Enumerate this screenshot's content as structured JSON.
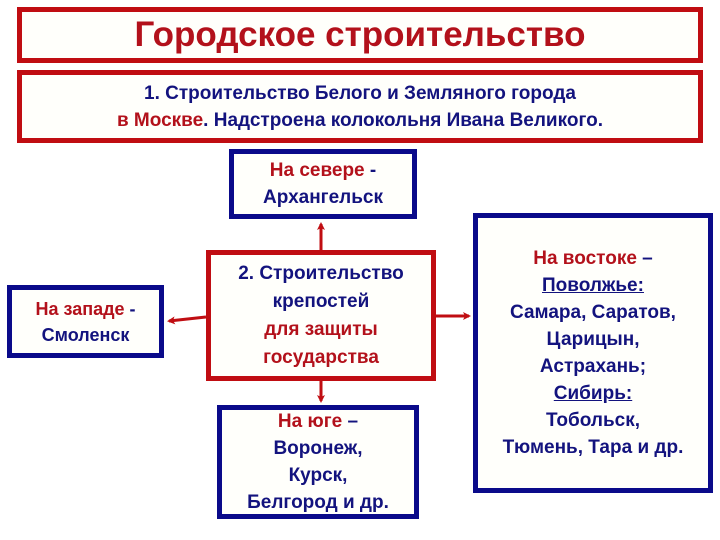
{
  "title": "Городское строительство",
  "moscow": {
    "line1": "1. Строительство Белого и Земляного города",
    "line2_red": "в Москве",
    "line2_blue": ". Надстроена колокольня Ивана Великого."
  },
  "north": {
    "direction": "На севере",
    "dash": " -",
    "city": "Архангельск"
  },
  "center": {
    "line1": "2. Строительство",
    "line2": "крепостей",
    "line3": "для защиты",
    "line4": "государства"
  },
  "west": {
    "direction": "На западе",
    "dash": " -",
    "city": "Смоленск"
  },
  "south": {
    "direction": "На юге",
    "dash": " –",
    "line2": "Воронеж,",
    "line3": "Курск,",
    "line4": "Белгород и др."
  },
  "east": {
    "direction": "На востоке",
    "dash": " –",
    "region1": "Поволжье:",
    "line3": "Самара, Саратов,",
    "line4": "Царицын,",
    "line5": "Астрахань;",
    "region2": "Сибирь:",
    "line7": "Тобольск,",
    "line8": "Тюмень, Тара и др."
  },
  "colors": {
    "red": "#c00d12",
    "blue": "#0a0a8a"
  }
}
